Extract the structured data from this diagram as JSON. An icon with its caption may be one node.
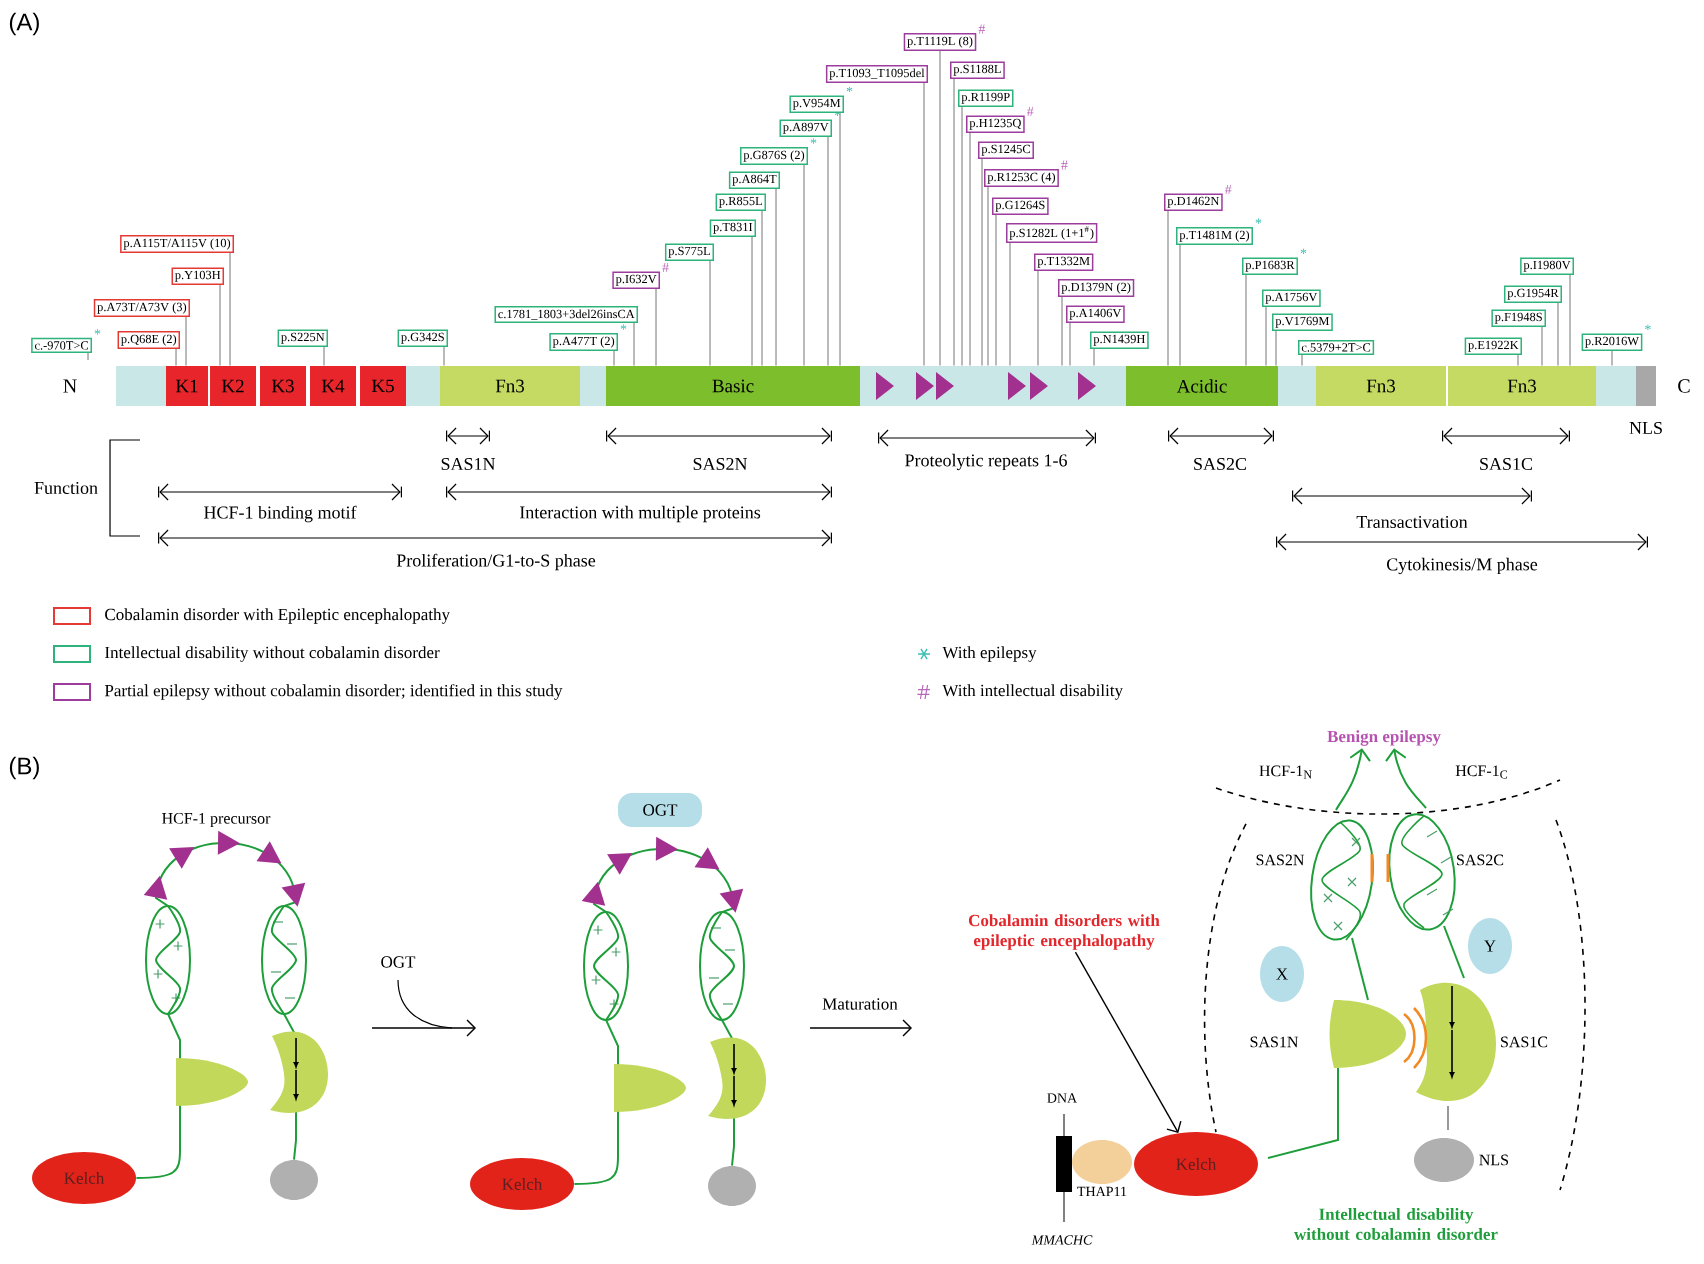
{
  "diagram": {
    "nodes": [
      {
        "text": [],
        "shape": "bar"
      },
      {
        "text": [
          "K1"
        ]
      },
      {
        "text": [
          "K2"
        ]
      },
      {
        "text": [
          "K3"
        ]
      },
      {
        "text": [
          "K4"
        ]
      },
      {
        "text": [
          "K5"
        ]
      },
      {
        "text": [],
        "shape": "bar"
      },
      {
        "text": [
          "Fn3"
        ]
      },
      {
        "text": [],
        "shape": "bar"
      },
      {
        "text": [
          "Basic"
        ]
      },
      {
        "text": [],
        "shape": "bar"
      },
      {
        "text": [
          "Acidic"
        ]
      },
      {
        "text": [],
        "shape": "bar"
      },
      {
        "text": [
          "Fn3"
        ]
      },
      {
        "text": [
          "Fn3"
        ]
      },
      {
        "text": [],
        "shape": "bar"
      },
      {
        "text": [],
        "shape": "bar"
      },
      {
        "text": [
          "c.-970T>C"
        ],
        "beside": [
          "*"
        ]
      },
      {
        "text": [
          "p.Q68E (2)"
        ]
      },
      {
        "text": [
          "p.A73T/A73V (3)"
        ]
      },
      {
        "text": [
          "p.Y103H"
        ]
      },
      {
        "text": [
          "p.A115T/A115V (10)"
        ]
      },
      {
        "text": [
          "p.S225N"
        ]
      },
      {
        "text": [
          "p.G342S"
        ]
      },
      {
        "text": [
          "c.1781_1803+3del26insCA"
        ]
      },
      {
        "text": [
          "p.A477T (2)"
        ],
        "beside": [
          "*"
        ]
      },
      {
        "text": [
          "p.I632V"
        ],
        "beside": [
          "#"
        ]
      },
      {
        "text": [
          "p.S775L"
        ]
      },
      {
        "text": [
          "p.T831I"
        ]
      },
      {
        "text": [
          "p.R855L"
        ]
      },
      {
        "text": [
          "p.A864T"
        ]
      },
      {
        "text": [
          "p.G876S (2)"
        ],
        "beside": [
          "*"
        ]
      },
      {
        "text": [
          "p.A897V"
        ],
        "beside": [
          "*"
        ]
      },
      {
        "text": [
          "p.V954M"
        ],
        "beside": [
          "*"
        ]
      },
      {
        "text": [
          "p.T1093_T1095del"
        ]
      },
      {
        "text": [
          "p.T1119L (8)"
        ],
        "beside": [
          "#"
        ]
      },
      {
        "text": [
          "p.S1188L"
        ]
      },
      {
        "text": [
          "p.R1199P"
        ]
      },
      {
        "text": [
          "p.H1235Q"
        ],
        "beside": [
          "#"
        ]
      },
      {
        "text": [
          "p.S1245C"
        ]
      },
      {
        "text": [
          "p.R1253C (4)"
        ],
        "beside": [
          "#"
        ]
      },
      {
        "text": [
          "p.G1264S"
        ]
      },
      {
        "text": [
          "p.S1282L (1+1$^{#}$)"
        ]
      },
      {
        "text": [
          "p.T1332M"
        ]
      },
      {
        "text": [
          "p.D1379N (2)"
        ]
      },
      {
        "text": [
          "p.A1406V"
        ]
      },
      {
        "text": [
          "p.N1439H"
        ]
      },
      {
        "text": [
          "p.D1462N"
        ],
        "beside": [
          "#"
        ]
      },
      {
        "text": [
          "p.T1481M (2)"
        ],
        "beside": [
          "*"
        ]
      },
      {
        "text": [
          "p.P1683R"
        ],
        "beside": [
          "*"
        ]
      },
      {
        "text": [
          "p.A1756V"
        ]
      },
      {
        "text": [
          "p.V1769M"
        ]
      },
      {
        "text": [
          "c.5379+2T>C"
        ]
      },
      {
        "text": [
          "p.E1922K"
        ]
      },
      {
        "text": [
          "p.F1948S"
        ]
      },
      {
        "text": [
          "p.G1954R"
        ]
      },
      {
        "text": [
          "p.I1980V"
        ]
      },
      {
        "text": [
          "p.R2016W"
        ],
        "beside": [
          "*"
        ]
      },
      {
        "text": [
          "Kelch"
        ]
      },
      {
        "text": [],
        "shape": "circle"
      },
      {
        "text": [
          "OGT"
        ]
      },
      {
        "text": [
          "Kelch"
        ]
      },
      {
        "text": [],
        "shape": "circle"
      },
      {
        "text": [
          "X"
        ]
      },
      {
        "text": [
          "Y"
        ]
      },
      {
        "text": [
          "Kelch"
        ]
      },
      {
        "text": [
          "NLS"
        ]
      },
      {
        "text": [
          "THAP11"
        ]
      },
      {
        "text": [
          "Cobalamin disorders with epileptic encephalopathy"
        ]
      },
      {
        "text": [
          "Benign epilepsy"
        ]
      }
    ],
    "edges": [
      {
        "from": 17,
        "to": null,
        "arrow": "none"
      },
      {
        "from": 18,
        "to": 1,
        "arrow": "none"
      },
      {
        "from": 19,
        "to": 1,
        "arrow": "none"
      },
      {
        "from": 20,
        "to": 2,
        "arrow": "none"
      },
      {
        "from": 21,
        "to": 2,
        "arrow": "none"
      },
      {
        "from": 22,
        "to": 4,
        "arrow": "none"
      },
      {
        "from": 23,
        "to": 7,
        "arrow": "none"
      },
      {
        "from": 24,
        "to": 9,
        "arrow": "none"
      },
      {
        "from": 25,
        "to": 9,
        "arrow": "none"
      },
      {
        "from": 26,
        "to": 9,
        "arrow": "none"
      },
      {
        "from": 27,
        "to": 9,
        "arrow": "none"
      },
      {
        "from": 28,
        "to": 9,
        "arrow": "none"
      },
      {
        "from": 29,
        "to": 9,
        "arrow": "none"
      },
      {
        "from": 30,
        "to": 9,
        "arrow": "none"
      },
      {
        "from": 31,
        "to": 9,
        "arrow": "none"
      },
      {
        "from": 32,
        "to": 9,
        "arrow": "none"
      },
      {
        "from": 33,
        "to": 9,
        "arrow": "none"
      },
      {
        "from": 34,
        "to": 10,
        "arrow": "none"
      },
      {
        "from": 35,
        "to": 10,
        "arrow": "none"
      },
      {
        "from": 36,
        "to": 10,
        "arrow": "none"
      },
      {
        "from": 37,
        "to": 10,
        "arrow": "none"
      },
      {
        "from": 38,
        "to": 10,
        "arrow": "none"
      },
      {
        "from": 39,
        "to": 10,
        "arrow": "none"
      },
      {
        "from": 40,
        "to": 10,
        "arrow": "none"
      },
      {
        "from": 41,
        "to": 10,
        "arrow": "none"
      },
      {
        "from": 42,
        "to": 10,
        "arrow": "none"
      },
      {
        "from": 43,
        "to": 10,
        "arrow": "none"
      },
      {
        "from": 44,
        "to": 10,
        "arrow": "none"
      },
      {
        "from": 45,
        "to": 10,
        "arrow": "none"
      },
      {
        "from": 46,
        "to": 10,
        "arrow": "none"
      },
      {
        "from": 47,
        "to": 11,
        "arrow": "none"
      },
      {
        "from": 48,
        "to": 11,
        "arrow": "none"
      },
      {
        "from": 49,
        "to": 11,
        "arrow": "none"
      },
      {
        "from": 50,
        "to": 11,
        "arrow": "none"
      },
      {
        "from": 51,
        "to": 11,
        "arrow": "none"
      },
      {
        "from": 52,
        "to": 12,
        "arrow": "none"
      },
      {
        "from": 53,
        "to": 14,
        "arrow": "none"
      },
      {
        "from": 54,
        "to": 14,
        "arrow": "none"
      },
      {
        "from": 55,
        "to": 14,
        "arrow": "none"
      },
      {
        "from": 56,
        "to": 14,
        "arrow": "none"
      },
      {
        "from": 57,
        "to": 15,
        "arrow": "none"
      },
      {
        "from": 68,
        "to": 65,
        "arrow": "to",
        "color": "#000000"
      },
      {
        "from": 58,
        "to": 59,
        "arrow": "to",
        "color": "#1e9e3a"
      },
      {
        "from": 61,
        "to": 62,
        "arrow": "to",
        "color": "#1e9e3a"
      },
      {
        "from": null,
        "to": 69,
        "arrow": "to",
        "color": "#1e9e3a"
      },
      {
        "from": null,
        "to": 69,
        "arrow": "to",
        "color": "#1e9e3a"
      }
    ],
    "labels": [
      "(A)",
      "N",
      "C",
      "NLS",
      "SAS1N",
      "SAS2N",
      "Proteolytic repeats 1-6",
      "SAS2C",
      "SAS1C",
      "Function",
      "HCF-1 binding motif",
      "Interaction with multiple proteins",
      "Transactivation",
      "Proliferation/G1-to-S phase",
      "Cytokinesis/M phase",
      "(B)",
      "HCF-1 precursor",
      "OGT",
      "Maturation",
      "HCF-1$_{N}$",
      "HCF-1$_{C}$",
      "SAS2N",
      "SAS2C",
      "SAS1N",
      "SAS1C",
      "DNA",
      "MMACHC",
      "Intellectual disability without cobalamin disorder"
    ],
    "legend": [
      {
        "text": "Cobalamin disorder with Epileptic encephalopathy",
        "color": "#e53935"
      },
      {
        "text": "Intellectual disability without cobalamin disorder",
        "color": "#2db37b"
      },
      {
        "text": "Partial epilepsy without cobalamin disorder; identified in this study",
        "color": "#9c3d9e"
      },
      {
        "text": "With epilepsy"
      },
      {
        "text": "With intellectual disability"
      }
    ]
  }
}
